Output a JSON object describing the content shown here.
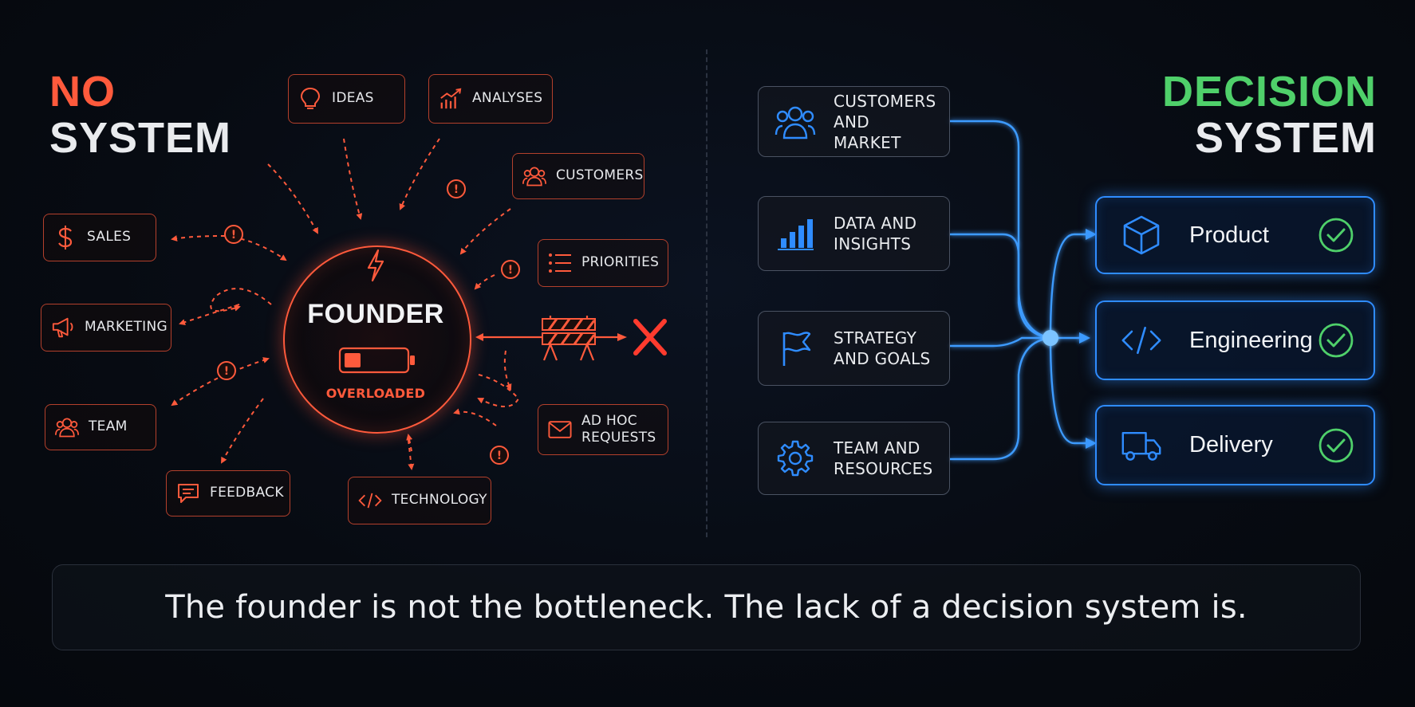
{
  "left_panel": {
    "title_line1": "NO",
    "title_line2": "SYSTEM",
    "center": {
      "title": "FOUNDER",
      "status": "OVERLOADED"
    },
    "items": [
      {
        "label": "IDEAS",
        "icon": "lightbulb-icon"
      },
      {
        "label": "ANALYSES",
        "icon": "chart-trend-icon"
      },
      {
        "label": "CUSTOMERS",
        "icon": "users-icon"
      },
      {
        "label": "SALES",
        "icon": "dollar-icon"
      },
      {
        "label": "PRIORITIES",
        "icon": "list-icon"
      },
      {
        "label": "MARKETING",
        "icon": "megaphone-icon"
      },
      {
        "label": "TEAM",
        "icon": "users-icon"
      },
      {
        "label": "AD HOC REQUESTS",
        "label_line1": "AD HOC",
        "label_line2": "REQUESTS",
        "icon": "envelope-icon"
      },
      {
        "label": "FEEDBACK",
        "icon": "chat-icon"
      },
      {
        "label": "TECHNOLOGY",
        "icon": "code-icon"
      }
    ],
    "accent_color": "#ff5a3c"
  },
  "right_panel": {
    "title_line1": "DECISION",
    "title_line2": "SYSTEM",
    "inputs": [
      {
        "line1": "CUSTOMERS",
        "line2": "AND MARKET",
        "icon": "users-icon"
      },
      {
        "line1": "DATA AND",
        "line2": "INSIGHTS",
        "icon": "bar-chart-icon"
      },
      {
        "line1": "STRATEGY",
        "line2": "AND GOALS",
        "icon": "flag-icon"
      },
      {
        "line1": "TEAM AND",
        "line2": "RESOURCES",
        "icon": "gear-icon"
      }
    ],
    "outputs": [
      {
        "label": "Product",
        "icon": "cube-icon",
        "status_icon": "check-circle-icon"
      },
      {
        "label": "Engineering",
        "icon": "code-icon",
        "status_icon": "check-circle-icon"
      },
      {
        "label": "Delivery",
        "icon": "truck-icon",
        "status_icon": "check-circle-icon"
      }
    ],
    "accent_color": "#2f8cff",
    "title_color": "#4fd06a",
    "check_color": "#4fd06a"
  },
  "footer": {
    "text": "The founder is not the bottleneck. The lack of a decision system is."
  }
}
